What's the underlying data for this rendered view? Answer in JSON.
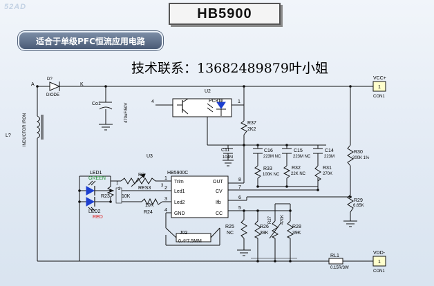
{
  "watermark": "52AD",
  "title": "HB5900",
  "subtitle": "适合于单级PFC恒流应用电路",
  "contact": "技术联系：13682489879叶小姐",
  "schematic": {
    "nodes": {
      "a": "A",
      "k": "K"
    },
    "diode": {
      "ref": "D?",
      "value": "DIODE"
    },
    "inductor": {
      "ref": "L?",
      "value": "INDUCTOR IRON"
    },
    "co1": {
      "ref": "Co1",
      "value": "470uF/50V"
    },
    "u2": {
      "ref": "U2",
      "value": "PC817",
      "pin4": "4",
      "pin1": "1"
    },
    "r37": {
      "ref": "R37",
      "value": "2K2"
    },
    "c11": {
      "ref": "C11",
      "value": "104M"
    },
    "c16": {
      "ref": "C16",
      "value": "223M NC"
    },
    "c15": {
      "ref": "C15",
      "value": "223M NC"
    },
    "c14": {
      "ref": "C14",
      "value": "223M"
    },
    "r30": {
      "ref": "R30",
      "value": "200K 1%"
    },
    "r29": {
      "ref": "R29",
      "value": "6.65K"
    },
    "r33": {
      "ref": "R33",
      "value": "100K NC"
    },
    "r32": {
      "ref": "R32",
      "value": "22K NC"
    },
    "r31": {
      "ref": "R31",
      "value": "270K"
    },
    "u3": {
      "ref": "U3",
      "part": "HB5900C",
      "pins_left": [
        "Trim",
        "Led1",
        "Led2",
        "GND"
      ],
      "pins_right": [
        "OUT",
        "CV",
        "Ifb",
        "CC"
      ],
      "pin_numbers_left": [
        "1",
        "2",
        "3",
        "4"
      ],
      "pin_numbers_right": [
        "8",
        "7",
        "6",
        "5"
      ]
    },
    "led1": {
      "ref": "LED1",
      "color_label": "GREEN"
    },
    "led2": {
      "ref": "LED2",
      "color_label": "RED"
    },
    "r_trim": {
      "ref": "R?",
      "value": "RES3"
    },
    "r23": {
      "ref": "R23",
      "value": "10K"
    },
    "r24": {
      "ref": "R24",
      "value": "10K"
    },
    "r25": {
      "ref": "R25",
      "value": "NC"
    },
    "r26": {
      "ref": "R26",
      "value": "39K"
    },
    "r27": {
      "ref": "R27",
      "value": "470K"
    },
    "r28": {
      "ref": "R28",
      "value": "39K"
    },
    "j02": {
      "ref": "J02",
      "value": "0.4*7.5MM"
    },
    "rl1": {
      "ref": "RL1",
      "value": "0.15R/3W"
    },
    "con_top": {
      "net": "VCC+",
      "pin": "1",
      "name": "CON1"
    },
    "con_bot": {
      "net": "VDD-",
      "pin": "1",
      "name": "CON1"
    },
    "pin_small": {
      "p1": "1",
      "p2": "2",
      "p3": "3"
    }
  },
  "colors": {
    "wire": "#101010",
    "led_blue": "#1d3fd0",
    "label_red": "#d11111",
    "label_green": "#1a8a2a",
    "connector_fill": "#ffffcc"
  }
}
